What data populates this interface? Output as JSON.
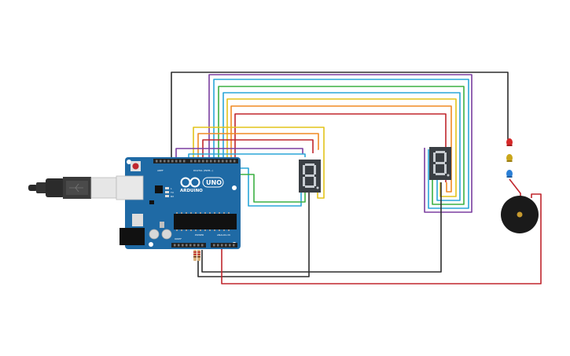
{
  "board": {
    "brand": "ARDUINO",
    "model": "UNO",
    "digital_label": "DIGITAL (PWM~)",
    "power_label": "POWER",
    "analog_label": "ANALOG IN",
    "ioref_label": "IOREF",
    "aref_label": "AREF",
    "gnd_label": "GND",
    "tx_label": "TX",
    "rx_label": "RX",
    "l_label": "L",
    "reset_label": "RESET"
  },
  "displays": [
    {
      "digit": "8"
    },
    {
      "digit": "8"
    }
  ],
  "colors": {
    "board": "#1f6aa5",
    "wire_black": "#2d2d2d",
    "wire_red": "#c0262d",
    "wire_purple": "#7b3fa0",
    "wire_blue": "#2aa6d9",
    "wire_green": "#3cb043",
    "wire_yellow": "#e3c31a",
    "wire_orange": "#f08a24",
    "led_red": "#d62828",
    "led_yellow": "#e0b21a",
    "led_blue": "#2b7fd6",
    "buzzer": "#1a1a1a"
  }
}
